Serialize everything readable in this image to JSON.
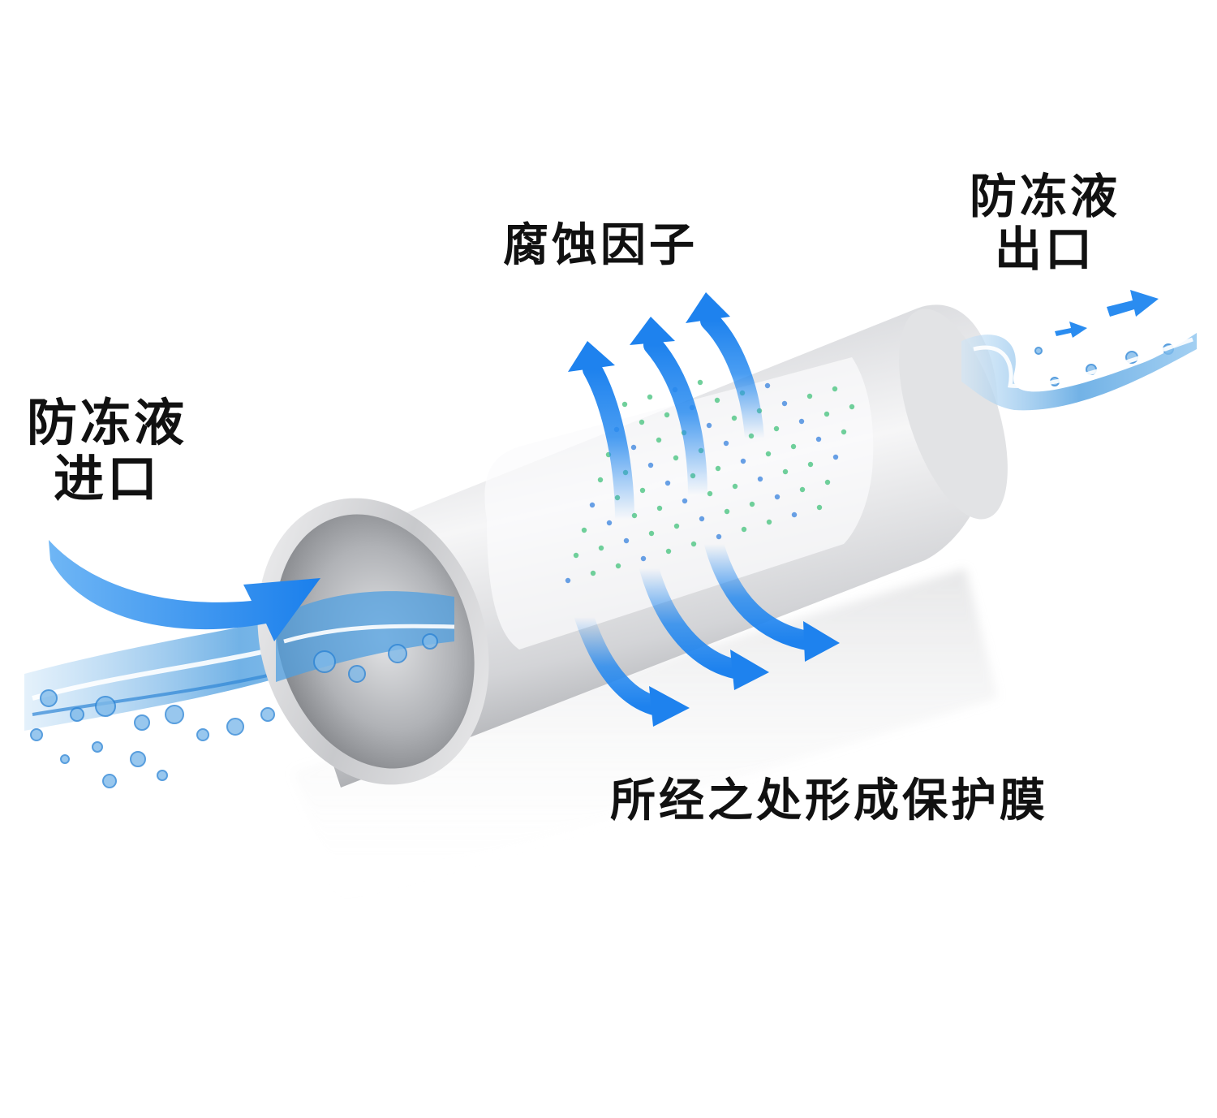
{
  "labels": {
    "inlet": [
      "防冻液",
      "进口"
    ],
    "outlet": [
      "防冻液",
      "出口"
    ],
    "corrosion": "腐蚀因子",
    "film": "所经之处形成保护膜"
  },
  "colors": {
    "arrow_blue": "#2a8cf0",
    "water_blue": "#5aa8e6",
    "pipe_light": "#eeeeef",
    "pipe_dark": "#9a9ca0",
    "particle_green": "#57c88a",
    "particle_blue": "#4d8fe0"
  },
  "icons": {
    "inlet_arrow": "curved-arrow-right-icon",
    "outlet_arrows": "small-arrow-right-icon",
    "corrosion_arrows": "curved-arrow-up-icon",
    "film_arrows": "curved-arrow-down-right-icon"
  }
}
